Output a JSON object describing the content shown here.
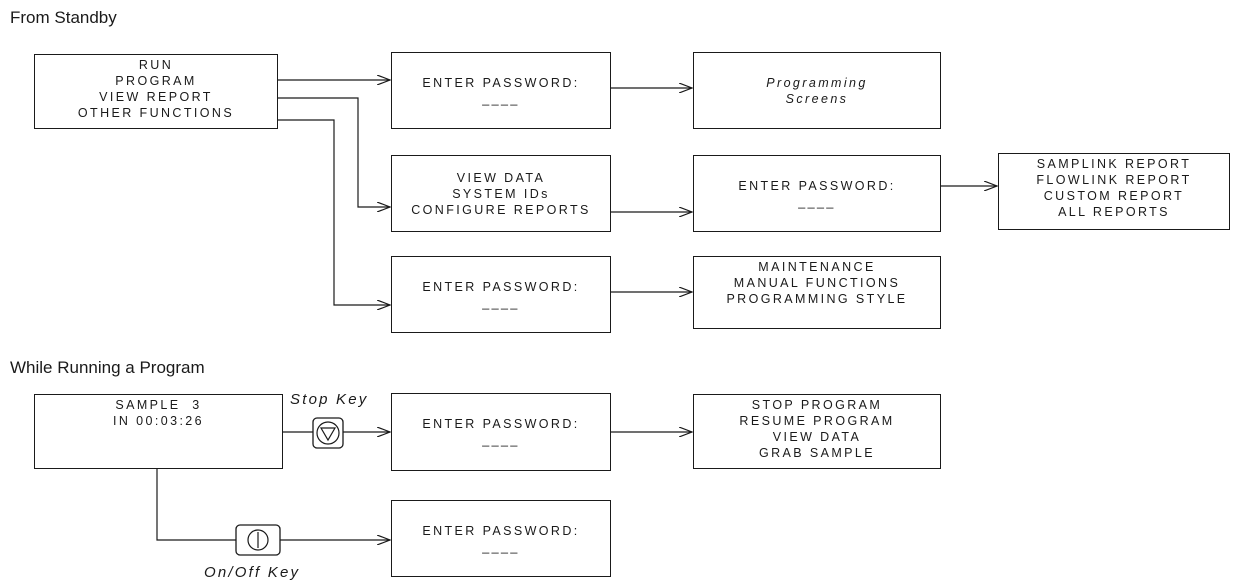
{
  "headings": {
    "standby": "From Standby",
    "running": "While Running a Program"
  },
  "boxes": {
    "main_menu": [
      "RUN",
      "PROGRAM",
      "VIEW REPORT",
      "OTHER FUNCTIONS"
    ],
    "password_program": [
      "ENTER PASSWORD:",
      "____"
    ],
    "programming_screens": [
      "Programming",
      "Screens"
    ],
    "view_menu": [
      "VIEW DATA",
      "SYSTEM IDs",
      "CONFIGURE REPORTS"
    ],
    "password_reports": [
      "ENTER PASSWORD:",
      "____"
    ],
    "reports_menu": [
      "SAMPLINK REPORT",
      "FLOWLINK REPORT",
      "CUSTOM REPORT",
      "ALL REPORTS"
    ],
    "password_other": [
      "ENTER PASSWORD:",
      "____"
    ],
    "other_menu": [
      "MAINTENANCE",
      "MANUAL FUNCTIONS",
      "PROGRAMMING STYLE"
    ],
    "running_display": [
      "SAMPLE  3",
      "IN 00:03:26"
    ],
    "password_stop": [
      "ENTER PASSWORD:",
      "____"
    ],
    "stop_menu": [
      "STOP PROGRAM",
      "RESUME PROGRAM",
      "VIEW DATA",
      "GRAB SAMPLE"
    ],
    "password_onoff": [
      "ENTER PASSWORD:",
      "____"
    ]
  },
  "keys": {
    "stop": "Stop Key",
    "onoff": "On/Off Key"
  },
  "icons": {
    "stop": "stop-key-icon",
    "onoff": "on-off-key-icon"
  }
}
